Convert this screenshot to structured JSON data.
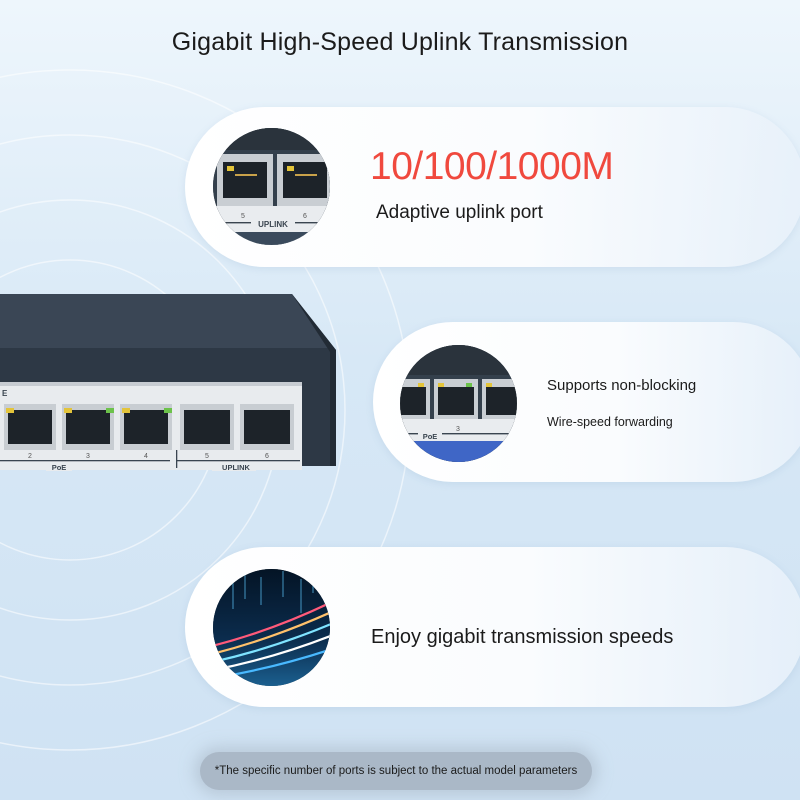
{
  "page": {
    "title": "Gigabit High-Speed Uplink Transmission"
  },
  "feature_uplink": {
    "speed": "10/100/1000M",
    "description": "Adaptive uplink port",
    "port_numbers": [
      "5",
      "6"
    ],
    "port_group_label": "UPLINK"
  },
  "feature_nonblocking": {
    "line1": "Supports non-blocking",
    "line2": "Wire-speed forwarding",
    "port_number": "3",
    "port_group_label": "PoE"
  },
  "feature_speed": {
    "description": "Enjoy gigabit transmission speeds"
  },
  "switch": {
    "port_numbers": [
      "2",
      "3",
      "4",
      "5",
      "6"
    ],
    "poe_label": "PoE",
    "uplink_label": "UPLINK",
    "partial_label": "E"
  },
  "footnote": "*The specific number of ports is subject to the actual model parameters",
  "colors": {
    "speed_text": "#f0493e",
    "switch_body": "#2d3845",
    "led_amber": "#e3c43a",
    "led_green": "#6cc24a"
  }
}
